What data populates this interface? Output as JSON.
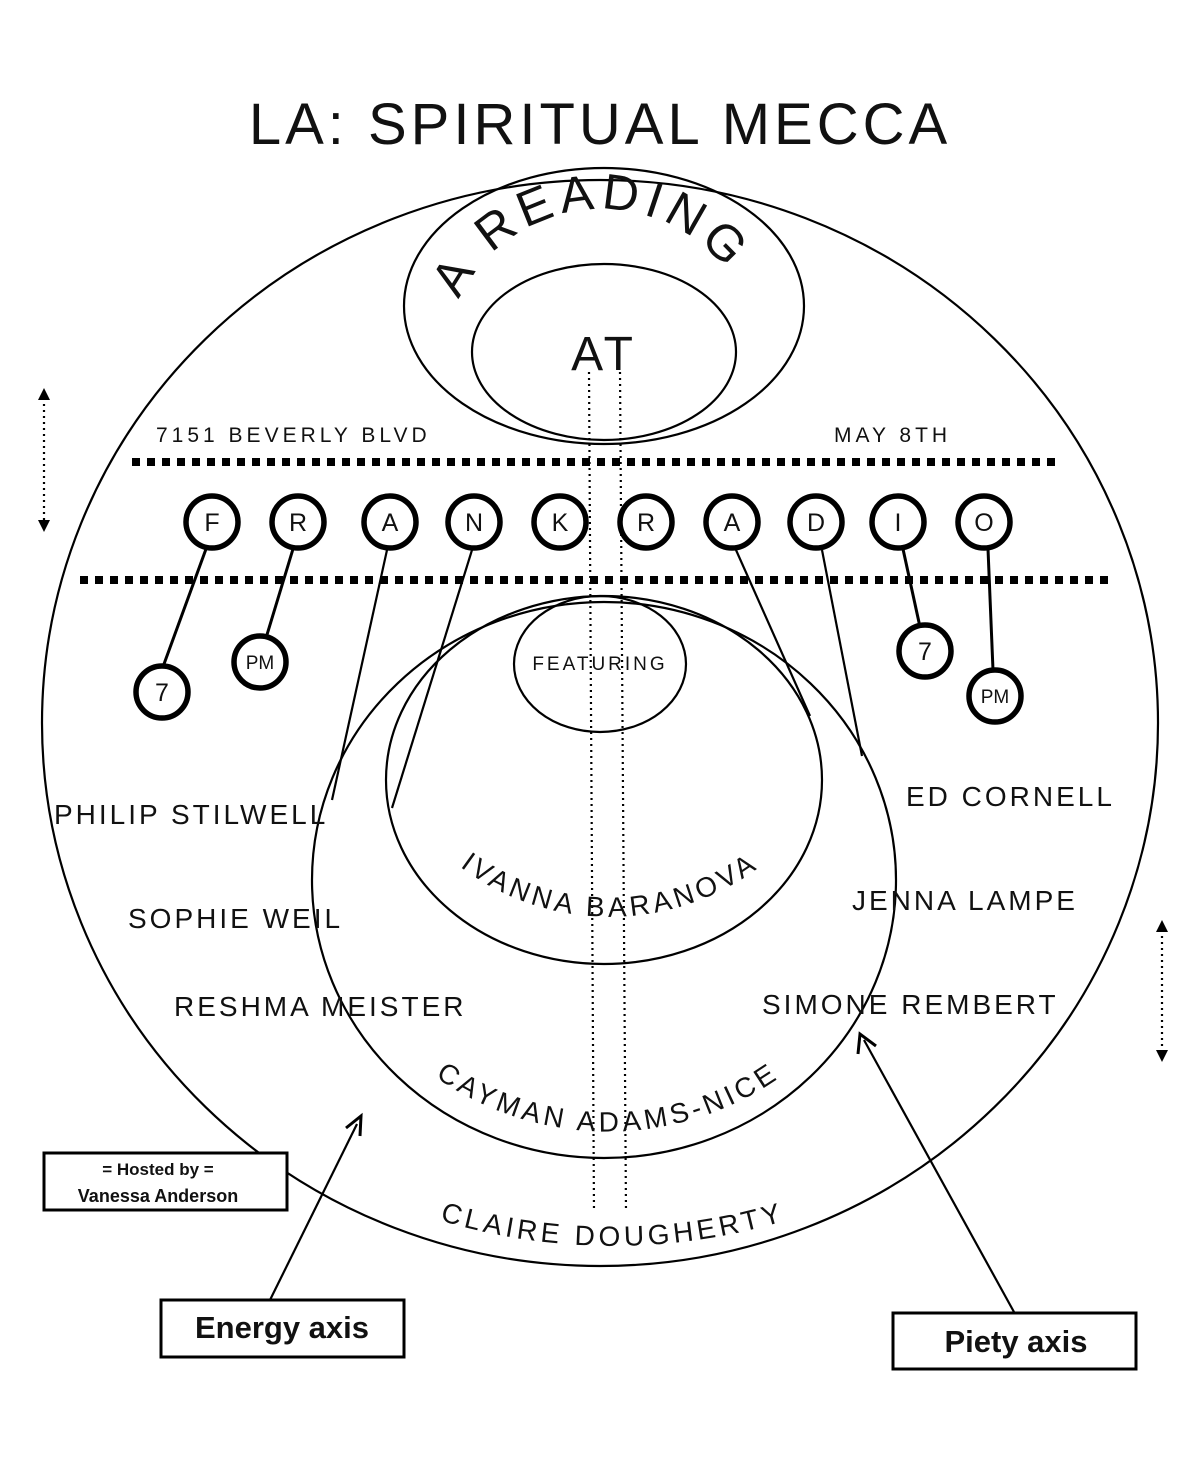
{
  "title": "LA: SPIRITUAL MECCA",
  "top_arc": "A READING",
  "at_label": "AT",
  "address": "7151 BEVERLY BLVD",
  "date": "MAY 8TH",
  "venue_letters": [
    "F",
    "R",
    "A",
    "N",
    "K",
    "R",
    "A",
    "D",
    "I",
    "O"
  ],
  "time_left": {
    "number": "7",
    "suffix": "PM"
  },
  "time_right": {
    "number": "7",
    "suffix": "PM"
  },
  "featuring": "FEATURING",
  "featured_reader": "IVANNA BARANOVA",
  "second_reader": "CAYMAN ADAMS-NICE",
  "outer_reader": "CLAIRE DOUGHERTY",
  "readers_left": [
    "PHILIP STILWELL",
    "SOPHIE WEIL",
    "RESHMA MEISTER"
  ],
  "readers_right": [
    "ED CORNELL",
    "JENNA LAMPE",
    "SIMONE REMBERT"
  ],
  "host": {
    "line1": "= Hosted by =",
    "line2": "Vanessa Anderson"
  },
  "energy_axis": "Energy axis",
  "piety_axis": "Piety axis"
}
